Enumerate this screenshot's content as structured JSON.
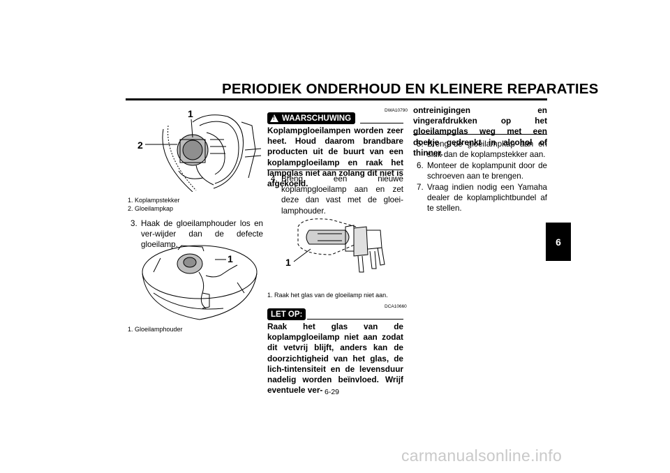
{
  "header": {
    "title": "PERIODIEK ONDERHOUD EN KLEINERE REPARATIES"
  },
  "figure1": {
    "callouts": [
      "1",
      "2"
    ],
    "legend": [
      "1. Koplampstekker",
      "2. Gloeilampkap"
    ]
  },
  "col1": {
    "step3_num": "3.",
    "step3_text": "Haak de gloeilamphouder los en ver-wijder dan de defecte gloeilamp."
  },
  "figure2": {
    "callouts": [
      "1"
    ],
    "legend": [
      "1. Gloeilamphouder"
    ]
  },
  "warning": {
    "code": "DWA10790",
    "label": "WAARSCHUWING",
    "text": "Koplampgloeilampen worden zeer heet. Houd daarom brandbare producten uit de buurt van een koplampgloeilamp en raak het lampglas niet aan zolang dit niet is afgekoeld."
  },
  "col2": {
    "step4_num": "4.",
    "step4_text": "Breng een nieuwe koplampgloeilamp aan en zet deze dan vast met de gloei-lamphouder."
  },
  "figure3": {
    "callouts": [
      "1"
    ],
    "legend": [
      "1. Raak het glas van de gloeilamp niet aan."
    ]
  },
  "caution": {
    "code": "DCA10660",
    "label": "LET OP:",
    "text": "Raak het glas van de koplampgloeilamp niet aan zodat dit vetvrij blijft, anders kan de doorzichtigheid van het glas, de lich-tintensiteit en de levensduur nadelig worden beïnvloed. Wrijf eventuele ver-"
  },
  "col3": {
    "caution_cont": "ontreinigingen en vingerafdrukken op het gloeilampglas weg met een doekje gedrenkt in alcohol of thinner.",
    "steps": [
      {
        "num": "5.",
        "text": "Breng de gloeilampkap aan en sluit dan de koplampstekker aan."
      },
      {
        "num": "6.",
        "text": "Monteer de koplampunit door de schroeven aan te brengen."
      },
      {
        "num": "7.",
        "text": "Vraag indien nodig een Yamaha dealer de koplamplichtbundel af te stellen."
      }
    ]
  },
  "chapter_tab": "6",
  "page_number": "6-29",
  "watermark": "carmanualsonline.info"
}
